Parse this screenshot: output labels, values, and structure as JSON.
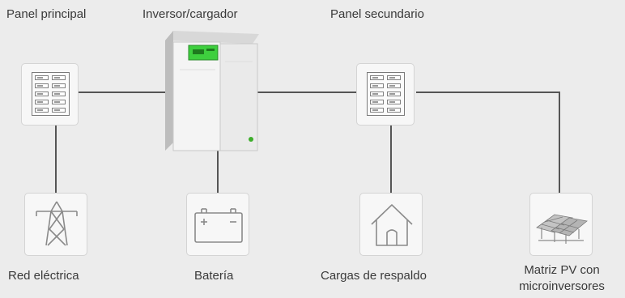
{
  "nodes": {
    "main_panel": {
      "label": "Panel principal"
    },
    "inverter": {
      "label": "Inversor/cargador"
    },
    "sub_panel": {
      "label": "Panel secundario"
    },
    "grid": {
      "label": "Red eléctrica"
    },
    "battery": {
      "label": "Batería"
    },
    "backup_loads": {
      "label": "Cargas de respaldo"
    },
    "pv_array": {
      "label_line1": "Matriz PV con",
      "label_line2": "microinversores"
    }
  },
  "colors": {
    "background": "#ececec",
    "connector": "#555555",
    "icon_stroke": "#8a8a8a",
    "inverter_display": "#3ecf3e",
    "inverter_logo": "#3dae2b"
  },
  "icons": [
    "breaker-panel-icon",
    "inverter-charger-icon",
    "power-pylon-icon",
    "battery-icon",
    "house-icon",
    "solar-array-icon"
  ]
}
